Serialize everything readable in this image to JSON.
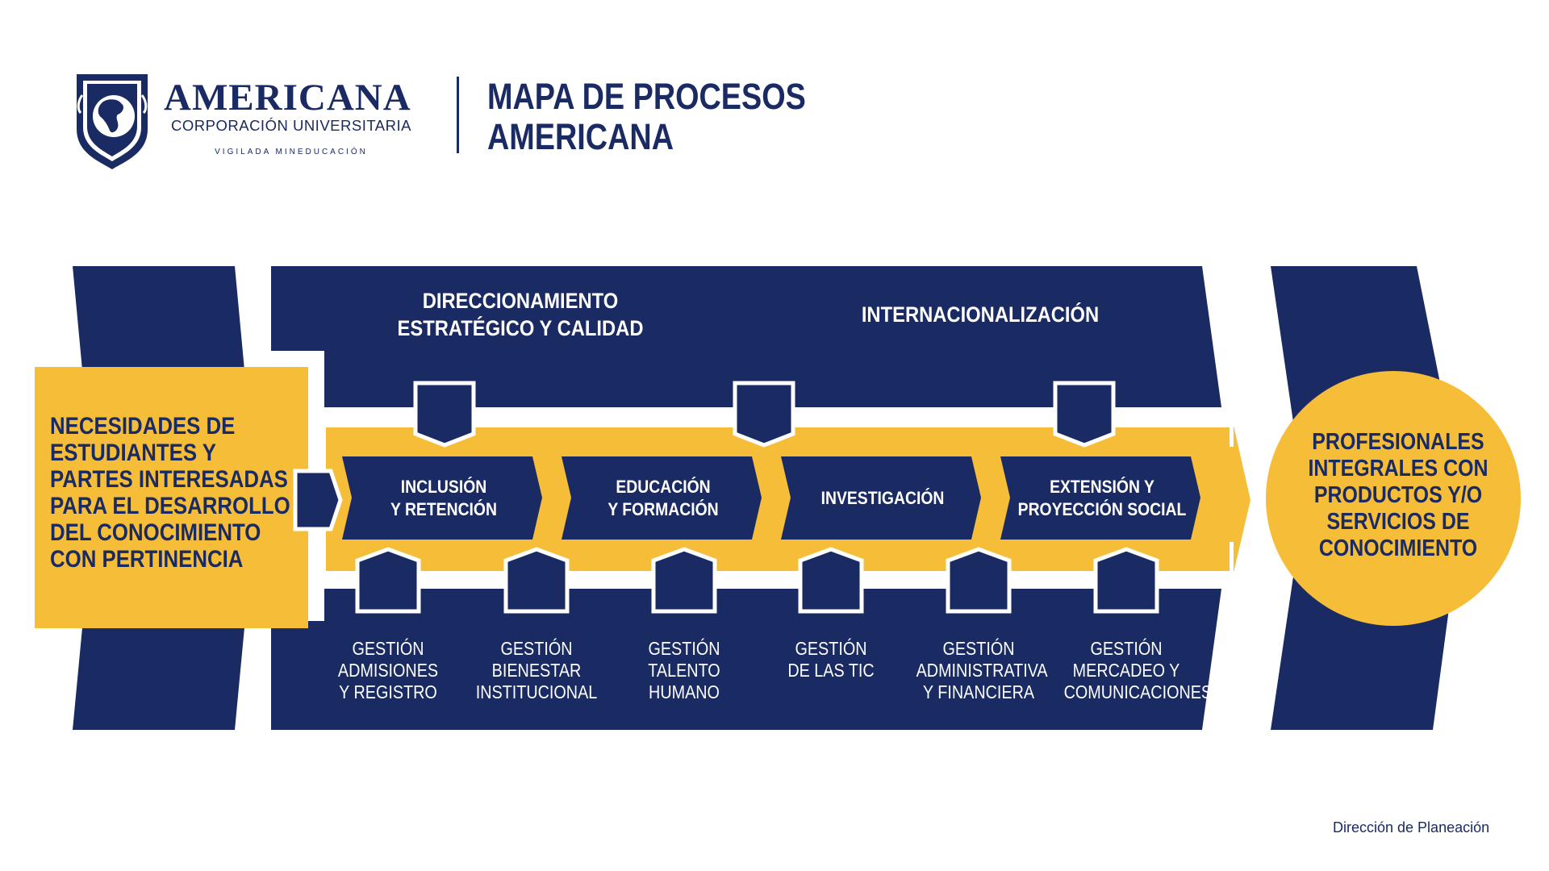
{
  "header": {
    "logo": {
      "name": "AMERICANA",
      "subtitle": "CORPORACIÓN UNIVERSITARIA",
      "vigilada": "VIGILADA MINEDUCACIÓN"
    },
    "title_line1": "MAPA DE PROCESOS",
    "title_line2": "AMERICANA"
  },
  "process_map": {
    "input": {
      "lines": [
        "NECESIDADES DE",
        "ESTUDIANTES Y",
        "PARTES INTERESADAS",
        "PARA EL DESARROLLO",
        "DEL CONOCIMIENTO",
        "CON PERTINENCIA"
      ]
    },
    "strategic": [
      {
        "lines": [
          "DIRECCIONAMIENTO",
          "ESTRATÉGICO Y CALIDAD"
        ]
      },
      {
        "lines": [
          "INTERNACIONALIZACIÓN"
        ]
      }
    ],
    "core": [
      {
        "lines": [
          "INCLUSIÓN",
          "Y RETENCIÓN"
        ]
      },
      {
        "lines": [
          "EDUCACIÓN",
          "Y FORMACIÓN"
        ]
      },
      {
        "lines": [
          "INVESTIGACIÓN"
        ]
      },
      {
        "lines": [
          "EXTENSIÓN Y",
          "PROYECCIÓN SOCIAL"
        ]
      }
    ],
    "support": [
      {
        "lines": [
          "GESTIÓN",
          "ADMISIONES",
          "Y REGISTRO"
        ]
      },
      {
        "lines": [
          "GESTIÓN",
          "BIENESTAR",
          "INSTITUCIONAL"
        ]
      },
      {
        "lines": [
          "GESTIÓN",
          "TALENTO",
          "HUMANO"
        ]
      },
      {
        "lines": [
          "GESTIÓN",
          "DE LAS TIC"
        ]
      },
      {
        "lines": [
          "GESTIÓN",
          "ADMINISTRATIVA",
          "Y FINANCIERA"
        ]
      },
      {
        "lines": [
          "GESTIÓN",
          "MERCADEO Y",
          "COMUNICACIONES"
        ]
      }
    ],
    "output": {
      "lines": [
        "PROFESIONALES",
        "INTEGRALES CON",
        "PRODUCTOS Y/O",
        "SERVICIOS DE",
        "CONOCIMIENTO"
      ]
    }
  },
  "footer": {
    "credit": "Dirección de Planeación"
  },
  "colors": {
    "navy": "#1a2a63",
    "yellow": "#f6bd39",
    "white": "#ffffff"
  }
}
